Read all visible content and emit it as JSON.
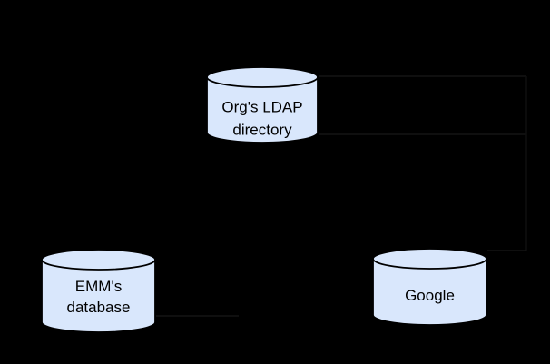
{
  "diagram": {
    "background_color": "#000000",
    "node_fill_color": "#d9e7fc",
    "node_stroke_color": "#000000",
    "label_color": "#000000",
    "connector_color": "#141414",
    "connector_trunk_color": "#101010",
    "nodes": [
      {
        "id": "orgs-ldap-directory",
        "shape": "database-cylinder",
        "lines": [
          "Org's LDAP",
          "directory"
        ]
      },
      {
        "id": "emms-database",
        "shape": "database-cylinder",
        "lines": [
          "EMM's",
          "database"
        ]
      },
      {
        "id": "google",
        "shape": "database-cylinder",
        "lines": [
          "Google"
        ]
      }
    ]
  }
}
